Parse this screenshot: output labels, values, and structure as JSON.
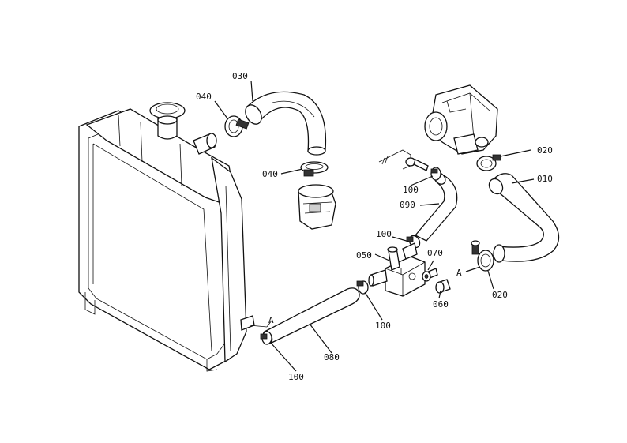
{
  "labels": {
    "p010": "010",
    "p020a": "020",
    "p020b": "020",
    "p030": "030",
    "p040a": "040",
    "p040b": "040",
    "p050": "050",
    "p060": "060",
    "p070": "070",
    "p080": "080",
    "p090": "090",
    "p100a": "100",
    "p100b": "100",
    "p100c": "100",
    "p100d": "100",
    "refA1": "A",
    "refA2": "A"
  }
}
